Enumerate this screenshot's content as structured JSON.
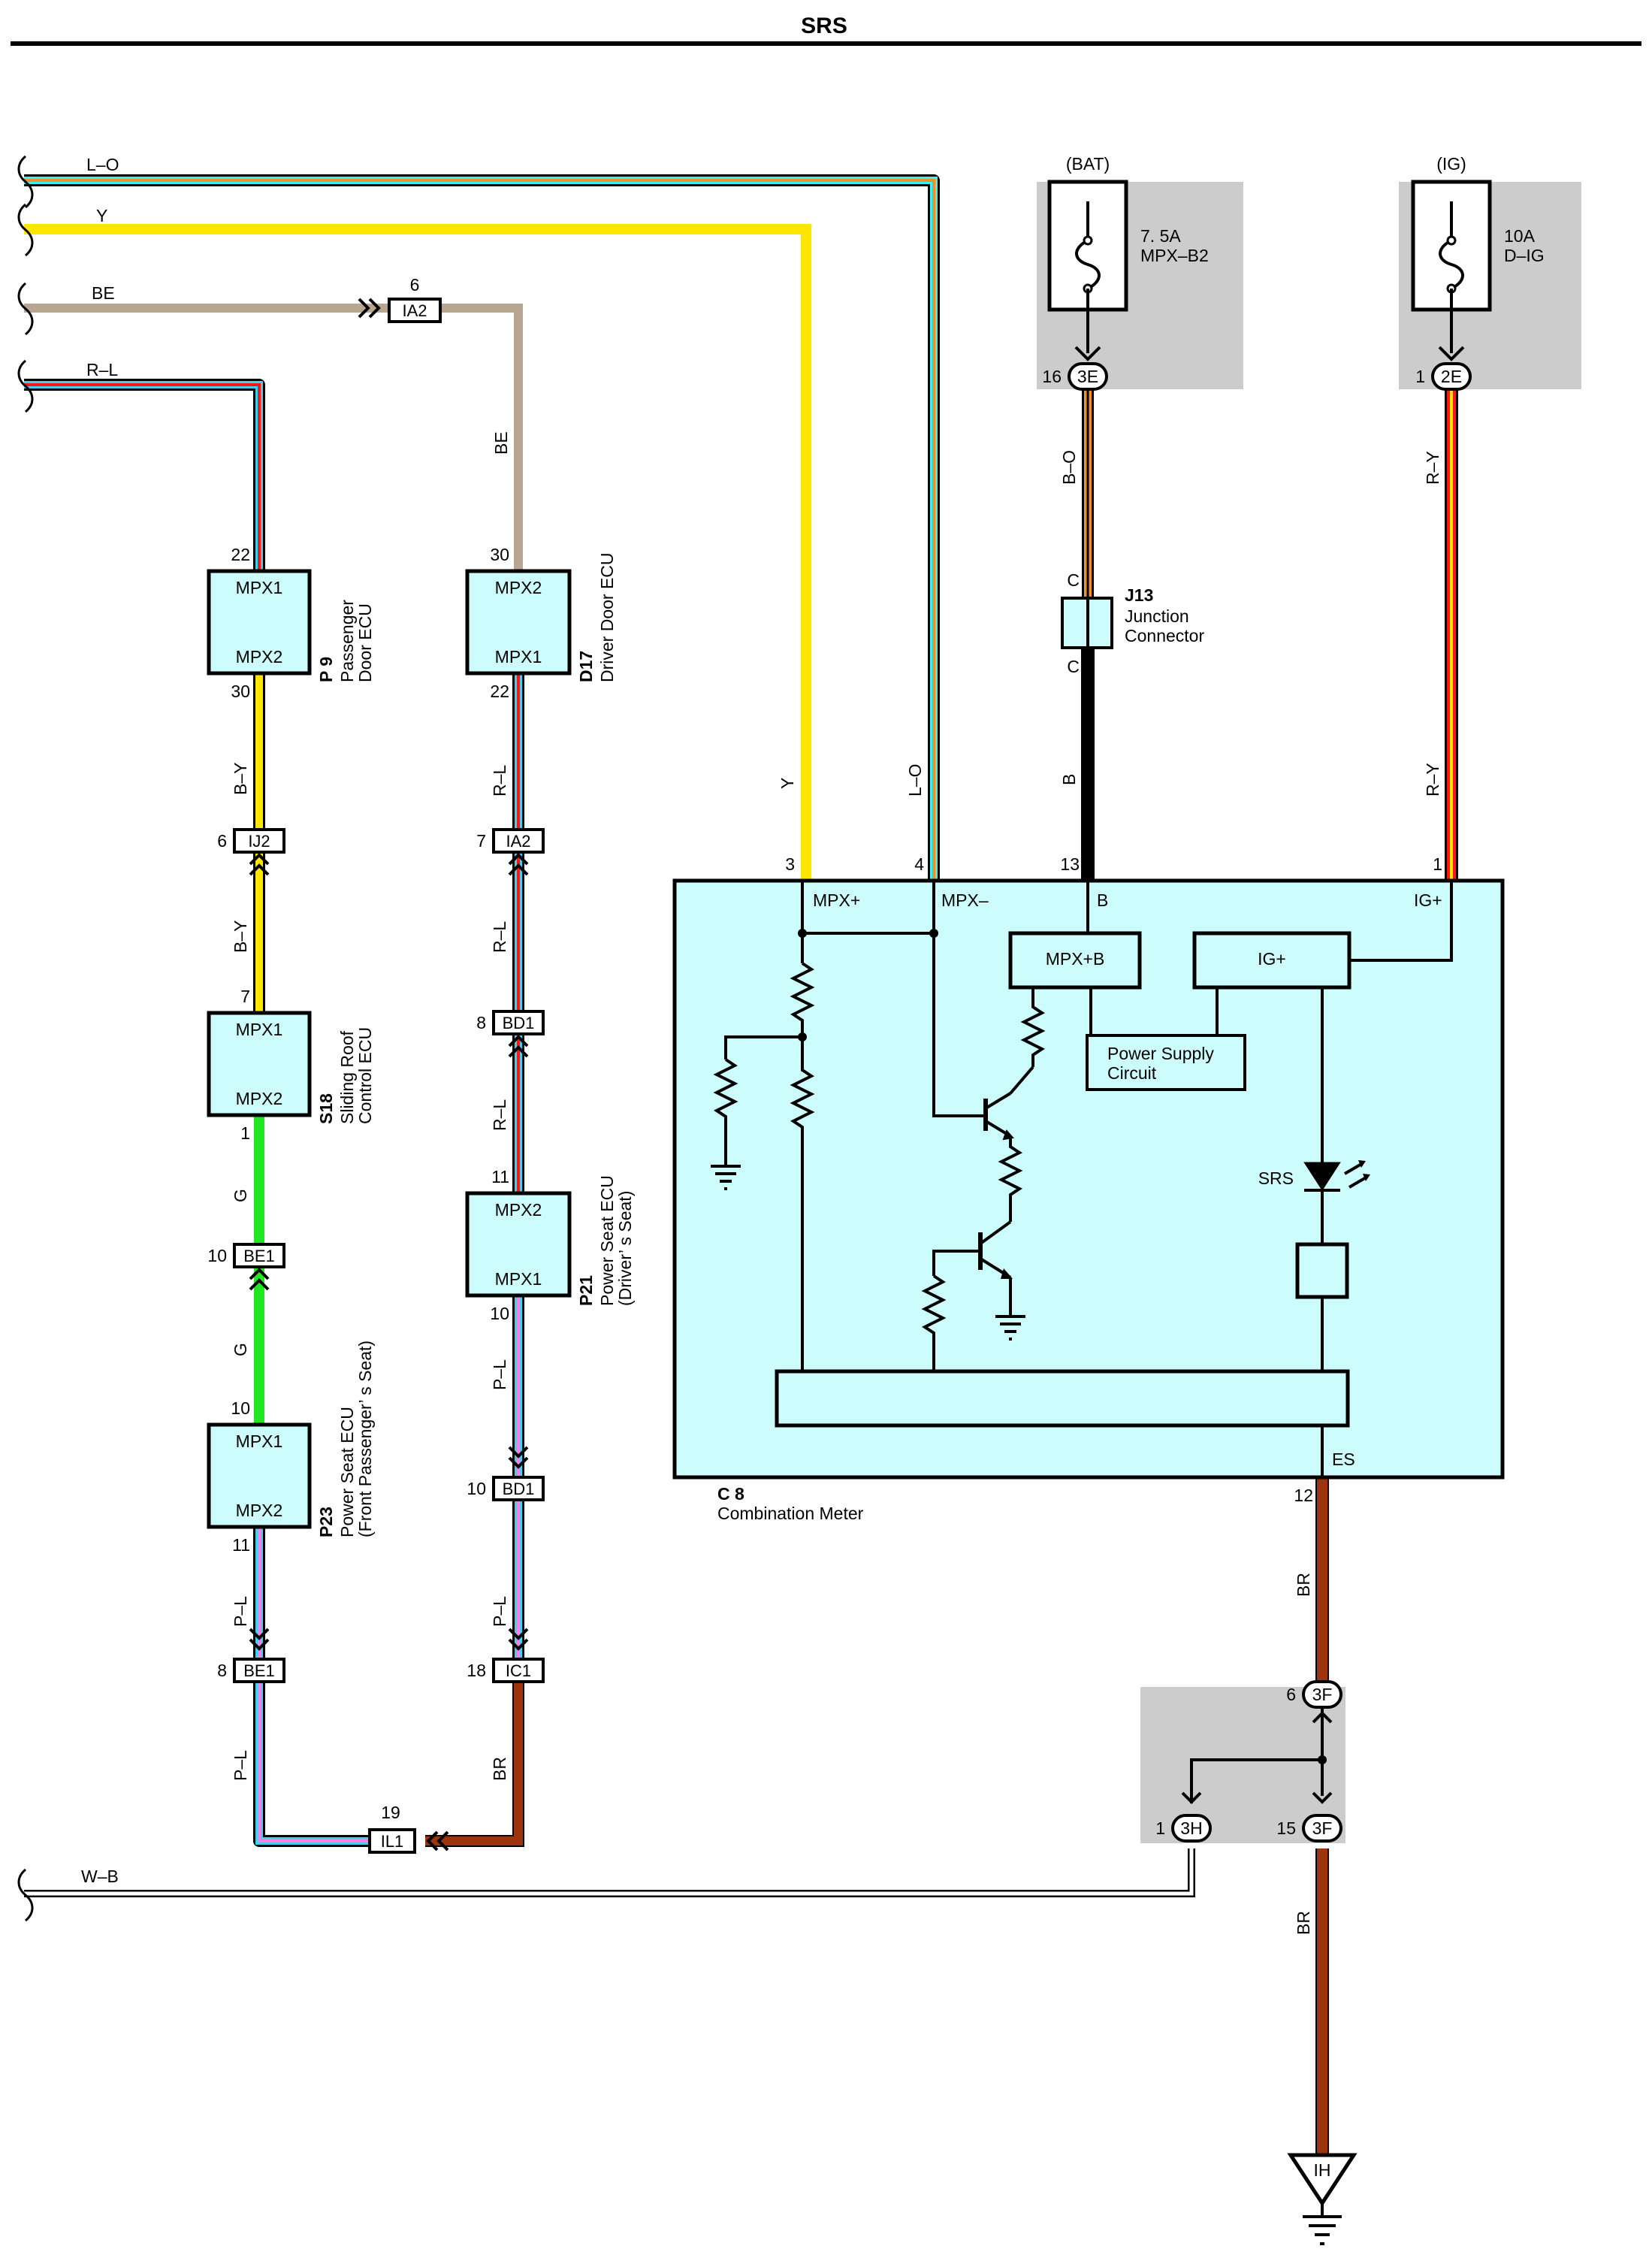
{
  "title": "SRS",
  "colors": {
    "L-O": [
      "#3ff0f0",
      "#f0902a"
    ],
    "Y": "#ffe600",
    "BE": "#b9a690",
    "R-L": [
      "#ff1414",
      "#44cfee"
    ],
    "B-Y": [
      "#ffe600",
      "#000000"
    ],
    "G": "#22e622",
    "P-L": [
      "#ff7de6",
      "#44cfee"
    ],
    "BR": "#9c3410",
    "B-O": [
      "#f0902a",
      "#000000"
    ],
    "R-Y": [
      "#ff1414",
      "#ffe600"
    ],
    "B": "#000000",
    "W-B": [
      "#ffffff",
      "#000000"
    ],
    "component_fill": "#ccfcfc",
    "fuse_box_fill": "#cccccc"
  },
  "wires": {
    "lo": "L–O",
    "y": "Y",
    "be": "BE",
    "rl": "R–L",
    "by": "B–Y",
    "g": "G",
    "pl": "P–L",
    "br": "BR",
    "bo": "B–O",
    "ry": "R–Y",
    "b": "B",
    "wb": "W–B"
  },
  "fuses": {
    "bat": {
      "source": "(BAT)",
      "rating": "7. 5A",
      "name": "MPX–B2",
      "connector": "3E",
      "pin": "16"
    },
    "ig": {
      "source": "(IG)",
      "rating": "10A",
      "name": "D–IG",
      "connector": "2E",
      "pin": "1"
    }
  },
  "junction": {
    "id": "J13",
    "line1": "Junction",
    "line2": "Connector",
    "pin_top": "C",
    "pin_bottom": "C"
  },
  "connectors": {
    "ia2_top": {
      "id": "IA2",
      "pin": "6"
    },
    "ij2": {
      "id": "IJ2",
      "pin": "6"
    },
    "ia2_mid": {
      "id": "IA2",
      "pin": "7"
    },
    "bd1_a": {
      "id": "BD1",
      "pin": "8"
    },
    "be1_a": {
      "id": "BE1",
      "pin": "10"
    },
    "bd1_b": {
      "id": "BD1",
      "pin": "10"
    },
    "be1_b": {
      "id": "BE1",
      "pin": "8"
    },
    "ic1": {
      "id": "IC1",
      "pin": "18"
    },
    "il1": {
      "id": "IL1",
      "pin": "19"
    },
    "3f_top": {
      "id": "3F",
      "pin": "6"
    },
    "3h": {
      "id": "3H",
      "pin": "1"
    },
    "3f_bot": {
      "id": "3F",
      "pin": "15"
    }
  },
  "ecus": {
    "p9": {
      "id": "P 9",
      "line1": "Passenger",
      "line2": "Door ECU",
      "top": "MPX1",
      "bottom": "MPX2",
      "pin_top": "22",
      "pin_bottom": "30"
    },
    "d17": {
      "id": "D17",
      "line1": "Driver Door ECU",
      "top": "MPX2",
      "bottom": "MPX1",
      "pin_top": "30",
      "pin_bottom": "22"
    },
    "s18": {
      "id": "S18",
      "line1": "Sliding Roof",
      "line2": "Control ECU",
      "top": "MPX1",
      "bottom": "MPX2",
      "pin_top": "7",
      "pin_bottom": "1"
    },
    "p21": {
      "id": "P21",
      "line1": "Power Seat ECU",
      "line2": "(Driver’ s Seat)",
      "top": "MPX2",
      "bottom": "MPX1",
      "pin_top": "11",
      "pin_bottom": "10"
    },
    "p23": {
      "id": "P23",
      "line1": "Power Seat ECU",
      "line2": "(Front Passenger’ s Seat)",
      "top": "MPX1",
      "bottom": "MPX2",
      "pin_top": "10",
      "pin_bottom": "11"
    }
  },
  "meter": {
    "id": "C 8",
    "name": "Combination Meter",
    "terminals": {
      "mpxp": "MPX+",
      "mpxm": "MPX–",
      "b": "B",
      "ig": "IG+",
      "es": "ES"
    },
    "pins": {
      "mpxp": "3",
      "mpxm": "4",
      "b": "13",
      "ig": "1",
      "es": "12"
    },
    "blocks": {
      "mpxb": "MPX+B",
      "igp": "IG+",
      "psu1": "Power Supply",
      "psu2": "Circuit"
    },
    "indicator": "SRS"
  },
  "ground": {
    "id": "IH"
  }
}
